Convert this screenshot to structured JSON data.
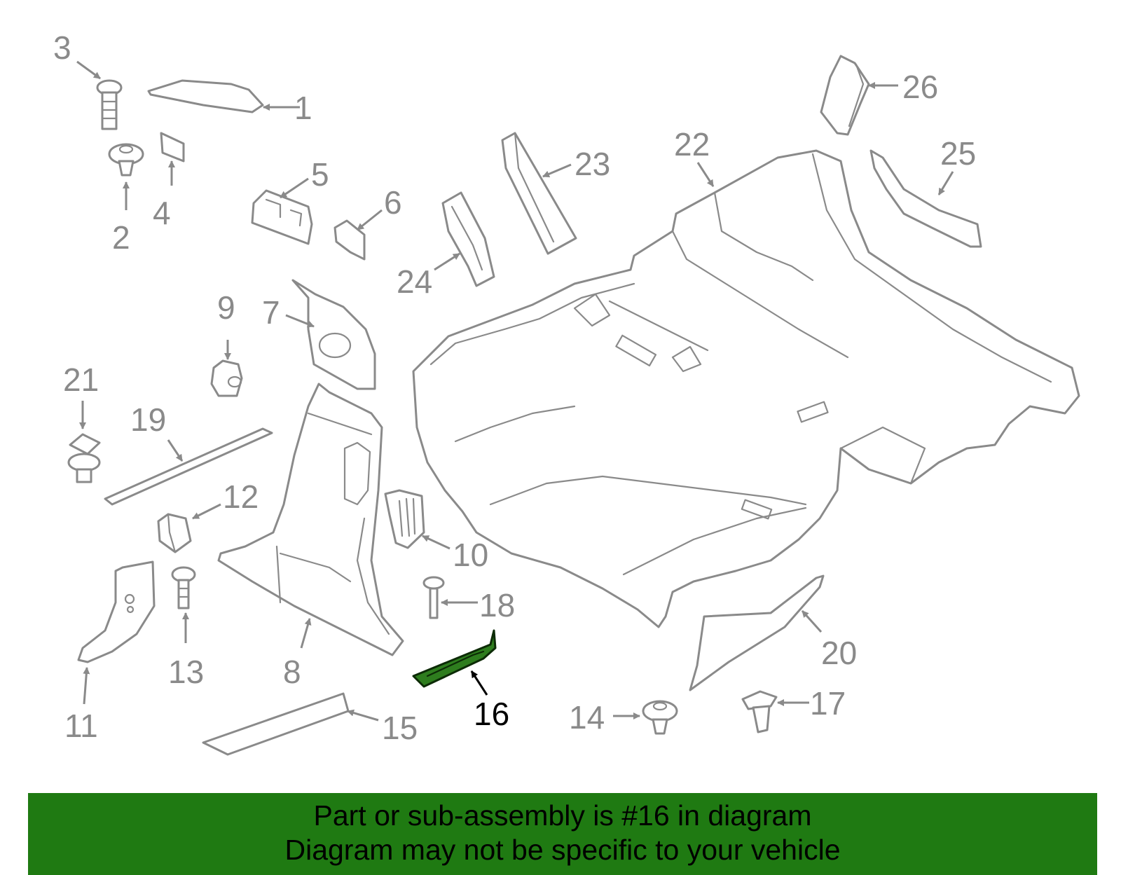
{
  "diagram": {
    "highlight_part": "16",
    "callouts": [
      "1",
      "2",
      "3",
      "4",
      "5",
      "6",
      "7",
      "8",
      "9",
      "10",
      "11",
      "12",
      "13",
      "14",
      "15",
      "16",
      "17",
      "18",
      "19",
      "20",
      "21",
      "22",
      "23",
      "24",
      "25",
      "26"
    ]
  },
  "banner": {
    "line1": "Part or sub-assembly is #16 in diagram",
    "line2": "Diagram may not be specific to your vehicle"
  },
  "colors": {
    "line_gray": "#8a8a8a",
    "highlight_fill": "#2e7d1e",
    "banner_bg": "#1f7a12",
    "text_black": "#000000"
  }
}
